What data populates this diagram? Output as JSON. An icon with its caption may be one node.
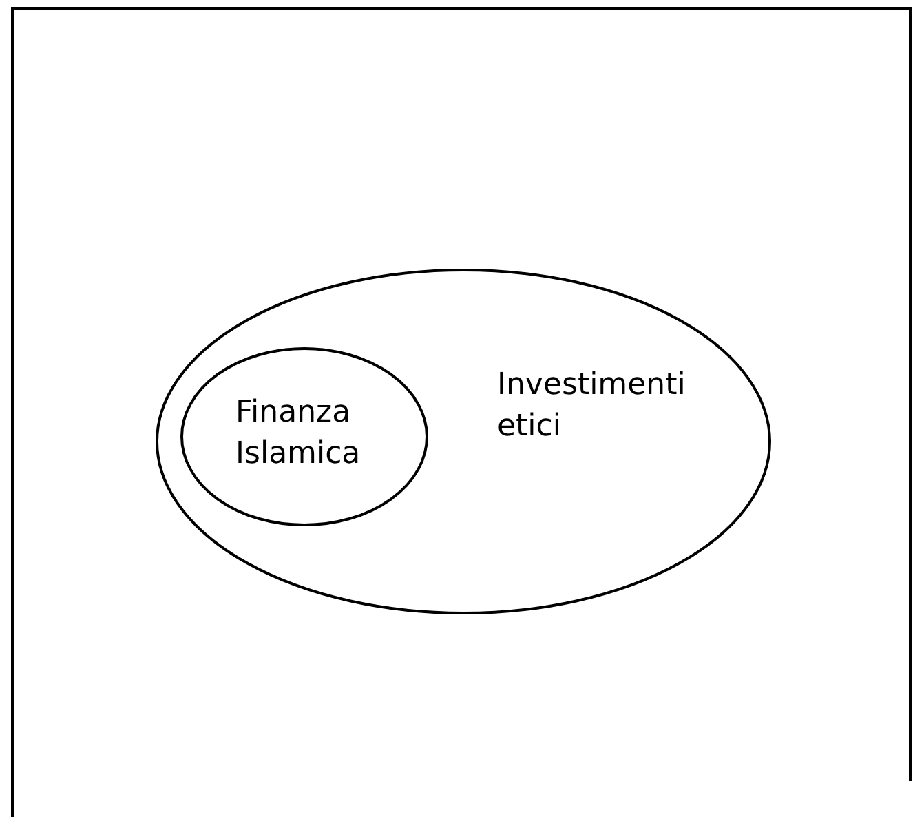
{
  "diagram": {
    "nodes": [
      {
        "text": [
          "Investimenti etici"
        ]
      },
      {
        "text": [
          "Finanza Islamica"
        ],
        "in": 0
      }
    ],
    "edges": []
  }
}
